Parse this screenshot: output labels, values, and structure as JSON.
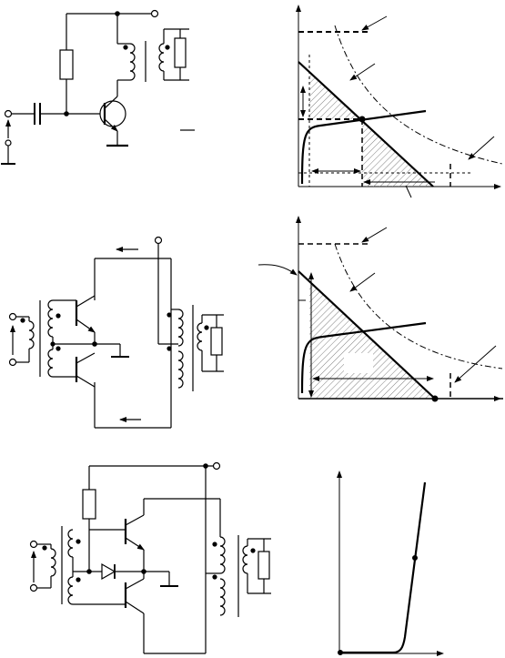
{
  "figure": {
    "title": "",
    "ink_color": "#000000",
    "hatch_color": "#808080",
    "background": "#ffffff",
    "panels": [
      {
        "id": "class-a-single-ended",
        "kind": "circuit",
        "label": ""
      },
      {
        "id": "class-a-load-lines",
        "kind": "graph",
        "label": ""
      },
      {
        "id": "class-b-push-pull",
        "kind": "circuit",
        "label": ""
      },
      {
        "id": "class-b-load-lines",
        "kind": "graph",
        "label": ""
      },
      {
        "id": "class-ab-push-pull-diode-bias",
        "kind": "circuit",
        "label": ""
      },
      {
        "id": "transfer-characteristic",
        "kind": "graph",
        "label": ""
      }
    ]
  }
}
